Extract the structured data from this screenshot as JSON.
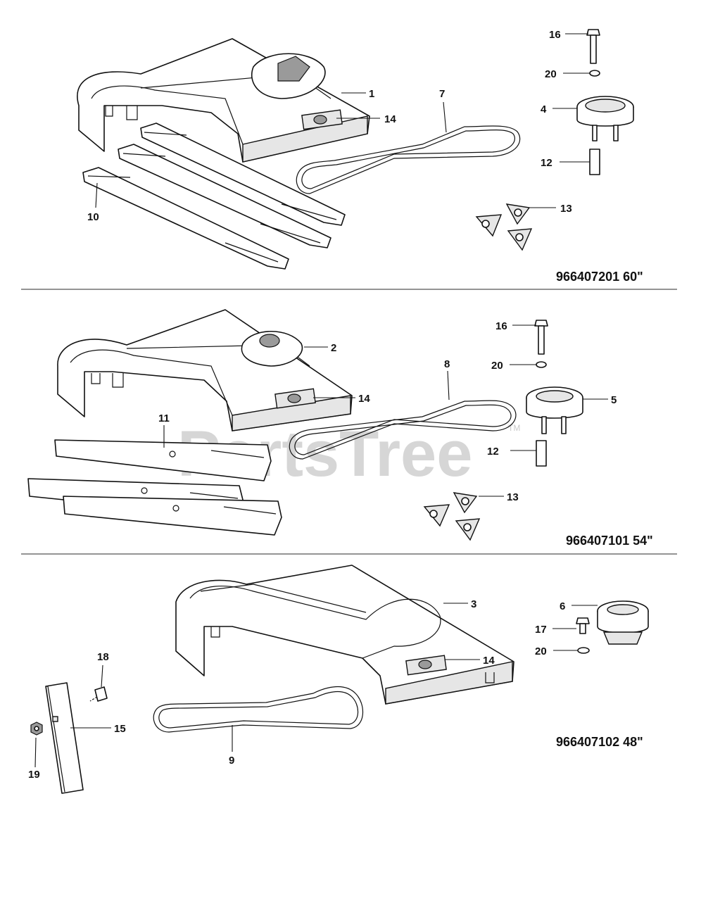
{
  "watermark": {
    "text": "PartsTree",
    "tm": "TM"
  },
  "sections": [
    {
      "model": "966407201 60\"",
      "callouts": [
        "1",
        "14",
        "7",
        "10",
        "16",
        "20",
        "4",
        "12",
        "13"
      ]
    },
    {
      "model": "966407101 54\"",
      "callouts": [
        "2",
        "14",
        "8",
        "11",
        "16",
        "20",
        "5",
        "12",
        "13"
      ]
    },
    {
      "model": "966407102 48\"",
      "callouts": [
        "3",
        "14",
        "9",
        "6",
        "17",
        "20",
        "18",
        "15",
        "19"
      ]
    }
  ]
}
